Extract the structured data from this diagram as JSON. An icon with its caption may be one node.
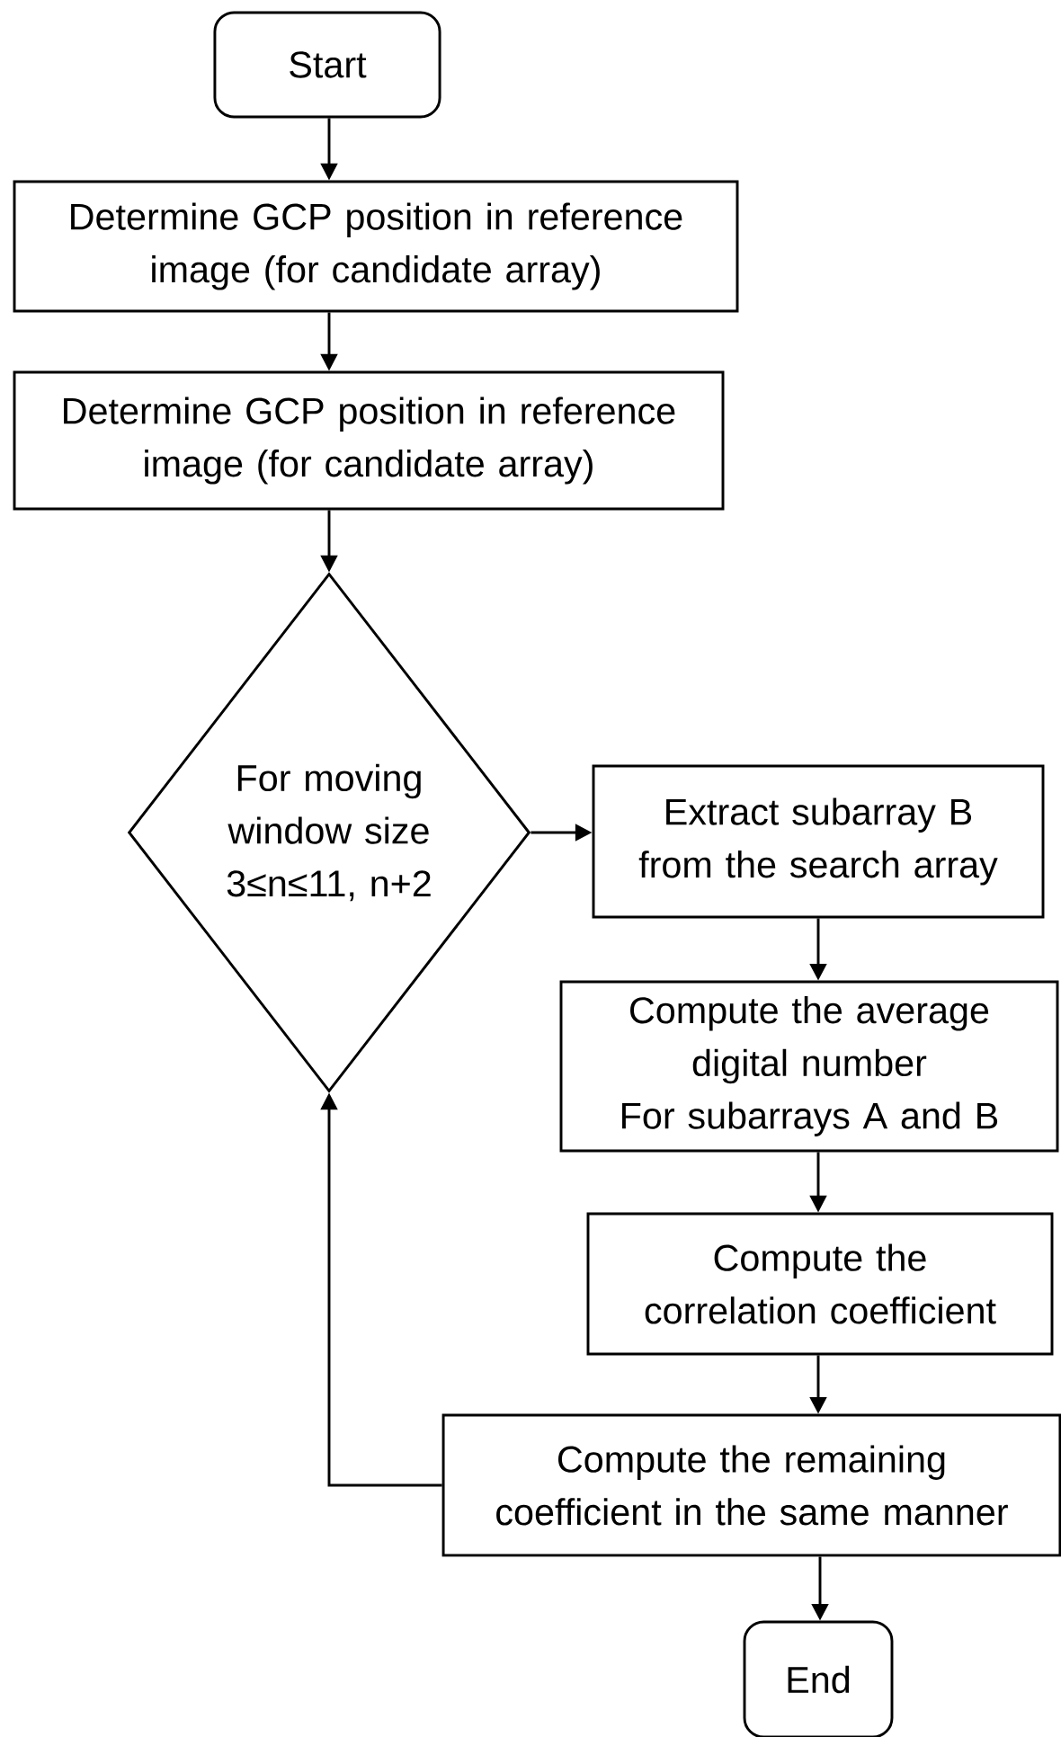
{
  "diagram": {
    "nodes": [
      {
        "text": [
          "Start"
        ]
      },
      {
        "text": [
          "Determine GCP position in reference image (for candidate array)"
        ]
      },
      {
        "text": [
          "Determine GCP position in reference image (for candidate array)"
        ]
      },
      {
        "text": [
          "For moving window size 3≤n≤11, n+2"
        ]
      },
      {
        "text": [
          "Extract subarray B from the search array"
        ]
      },
      {
        "text": [
          "Compute the average digital number",
          "For subarrays A and B"
        ]
      },
      {
        "text": [
          "Compute the correlation coefficient"
        ]
      },
      {
        "text": [
          "Compute the remaining coefficient in the same manner"
        ]
      },
      {
        "text": [
          "End"
        ]
      }
    ],
    "edges": [
      {
        "from": 0,
        "to": 1,
        "arrow": "to"
      },
      {
        "from": 1,
        "to": 2,
        "arrow": "to"
      },
      {
        "from": 2,
        "to": 3,
        "arrow": "to"
      },
      {
        "from": 3,
        "to": 4,
        "arrow": "to"
      },
      {
        "from": 4,
        "to": 5,
        "arrow": "to"
      },
      {
        "from": 5,
        "to": 6,
        "arrow": "to"
      },
      {
        "from": 6,
        "to": 7,
        "arrow": "to"
      },
      {
        "from": 7,
        "to": 3,
        "arrow": "to"
      },
      {
        "from": 7,
        "to": 8,
        "arrow": "to"
      }
    ]
  }
}
